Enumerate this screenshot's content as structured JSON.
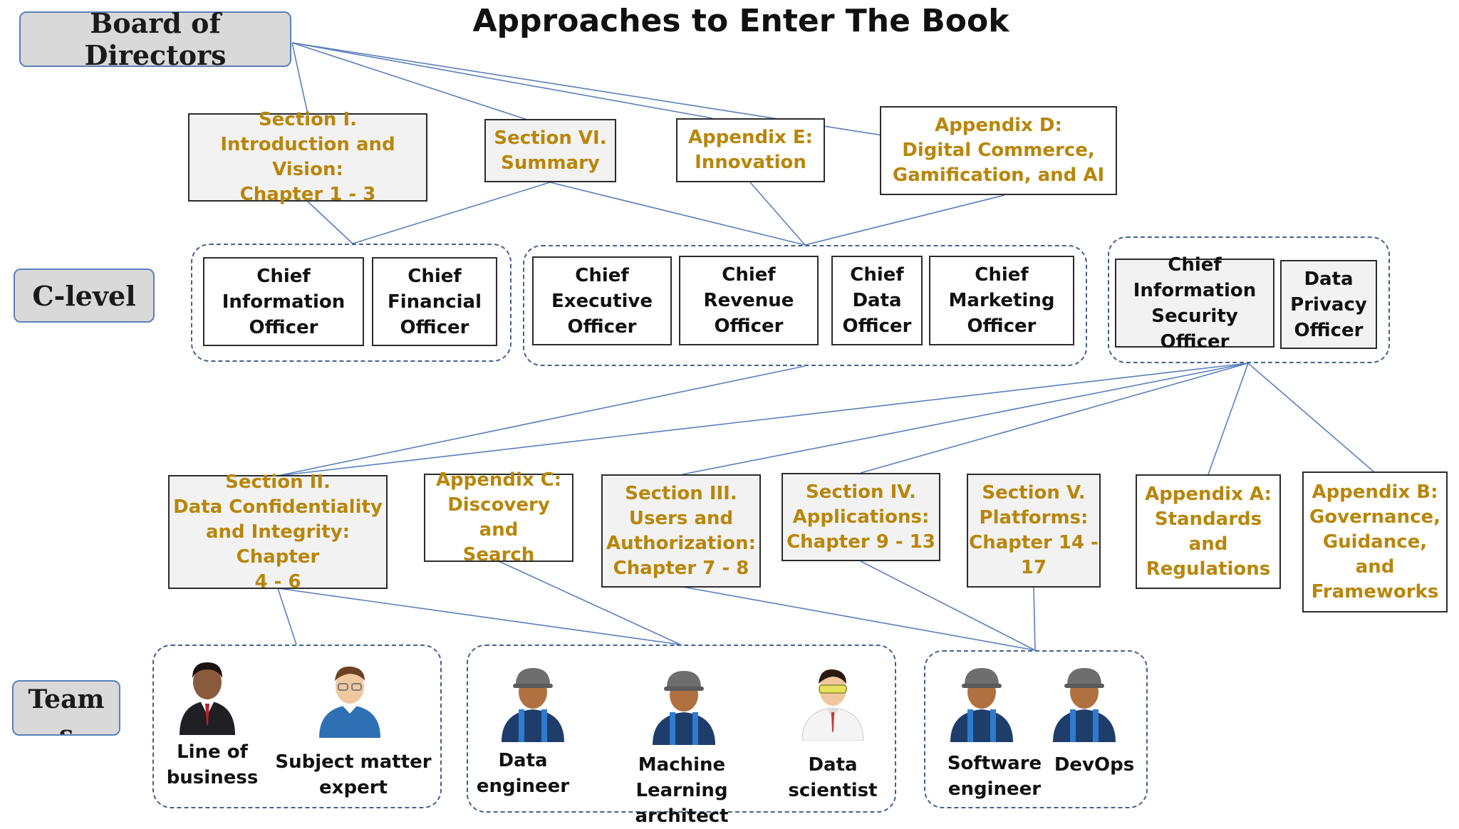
{
  "title": "Approaches to Enter The Book",
  "levels": {
    "board": "Board of Directors",
    "clevel": "C-level",
    "teams": "Team\ns"
  },
  "sections": {
    "s1": "Section I.\nIntroduction and Vision:\nChapter 1 - 3",
    "s6": "Section VI.\nSummary",
    "appE": "Appendix  E:\nInnovation",
    "appD": "Appendix D:\nDigital Commerce,\nGamification, and AI",
    "s2": "Section II.\nData Confidentiality\nand Integrity: Chapter\n4 - 6",
    "appC": "Appendix  C:\nDiscovery and\nSearch",
    "s3": "Section III.\nUsers and\nAuthorization:\nChapter 7 - 8",
    "s4": "Section IV.\nApplications:\nChapter 9 - 13",
    "s5": "Section V.\nPlatforms:\nChapter 14 -\n17",
    "appA": "Appendix  A:\nStandards\nand\nRegulations",
    "appB": "Appendix  B:\nGovernance,\nGuidance,\nand\nFrameworks"
  },
  "roles": {
    "cio": "Chief\nInformation\nOfficer",
    "cfo": "Chief\nFinancial\nOfficer",
    "ceo": "Chief\nExecutive\nOfficer",
    "cro": "Chief\nRevenue\nOfficer",
    "cdo": "Chief\nData\nOfficer",
    "cmo": "Chief\nMarketing\nOfficer",
    "ciso": "Chief\nInformation\nSecurity Officer",
    "dpo": "Data\nPrivacy\nOfficer"
  },
  "team_members": {
    "lob": "Line of\nbusiness",
    "sme": "Subject matter\nexpert",
    "de": "Data\nengineer",
    "mla": "Machine Learning\narchitect",
    "ds": "Data\nscientist",
    "swe": "Software\nengineer",
    "devops": "DevOps"
  },
  "icons": {
    "businessman": "businessman-icon",
    "expert": "expert-icon",
    "worker": "hardhat-worker-icon",
    "scientist": "scientist-icon"
  },
  "colors": {
    "section_text": "#b8860b",
    "line": "#5b7fbd",
    "group_border": "#44628f",
    "level_fill": "#d9d9d9"
  }
}
